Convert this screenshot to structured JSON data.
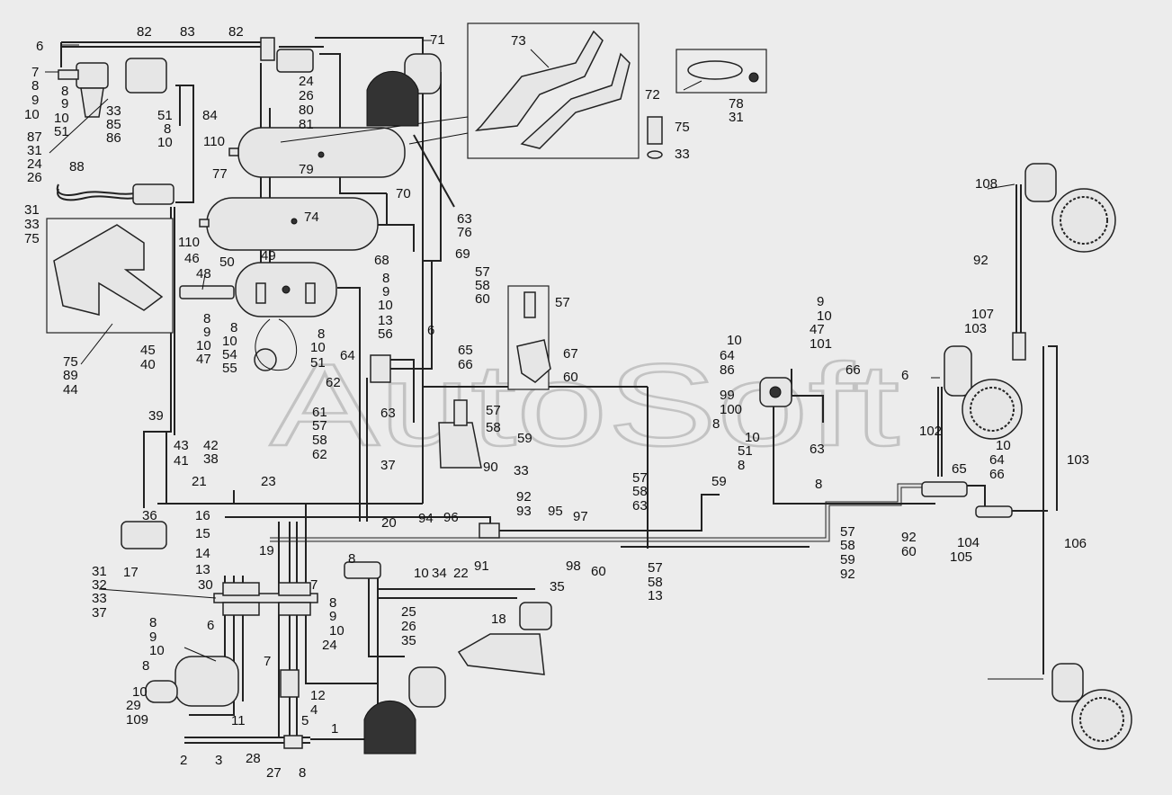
{
  "watermark": "AutoSoft",
  "callouts": [
    "6",
    "82",
    "83",
    "82",
    "71",
    "73",
    "78",
    "31",
    "72",
    "75",
    "33",
    "7",
    "8",
    "9",
    "10",
    "33",
    "85",
    "86",
    "51",
    "8",
    "10",
    "84",
    "8",
    "9",
    "10",
    "51",
    "87",
    "31",
    "24",
    "26",
    "24",
    "26",
    "80",
    "81",
    "110",
    "77",
    "79",
    "70",
    "88",
    "31",
    "33",
    "75",
    "74",
    "63",
    "76",
    "110",
    "49",
    "46",
    "50",
    "69",
    "68",
    "57",
    "58",
    "60",
    "48",
    "8",
    "9",
    "10",
    "13",
    "56",
    "57",
    "8",
    "10",
    "54",
    "55",
    "8",
    "9",
    "10",
    "47",
    "8",
    "10",
    "51",
    "64",
    "65",
    "66",
    "6",
    "67",
    "60",
    "62",
    "63",
    "57",
    "58",
    "61",
    "57",
    "58",
    "62",
    "37",
    "59",
    "90",
    "33",
    "75",
    "89",
    "44",
    "45",
    "40",
    "39",
    "43",
    "41",
    "42",
    "38",
    "21",
    "23",
    "20",
    "16",
    "15",
    "14",
    "13",
    "30",
    "31",
    "32",
    "33",
    "37",
    "36",
    "17",
    "19",
    "8",
    "10",
    "34",
    "22",
    "91",
    "92",
    "93",
    "96",
    "94",
    "95",
    "97",
    "98",
    "60",
    "57",
    "58",
    "63",
    "59",
    "57",
    "58",
    "13",
    "7",
    "8",
    "9",
    "10",
    "24",
    "25",
    "26",
    "35",
    "35",
    "18",
    "6",
    "7",
    "8",
    "9",
    "10",
    "8",
    "10",
    "29",
    "109",
    "11",
    "12",
    "4",
    "5",
    "1",
    "2",
    "3",
    "28",
    "27",
    "8",
    "10",
    "64",
    "86",
    "99",
    "100",
    "8",
    "10",
    "51",
    "8",
    "9",
    "10",
    "47",
    "101",
    "66",
    "63",
    "6",
    "102",
    "8",
    "10",
    "64",
    "66",
    "65",
    "92",
    "60",
    "57",
    "58",
    "59",
    "92",
    "104",
    "105",
    "106",
    "103",
    "108",
    "92",
    "107",
    "103"
  ]
}
